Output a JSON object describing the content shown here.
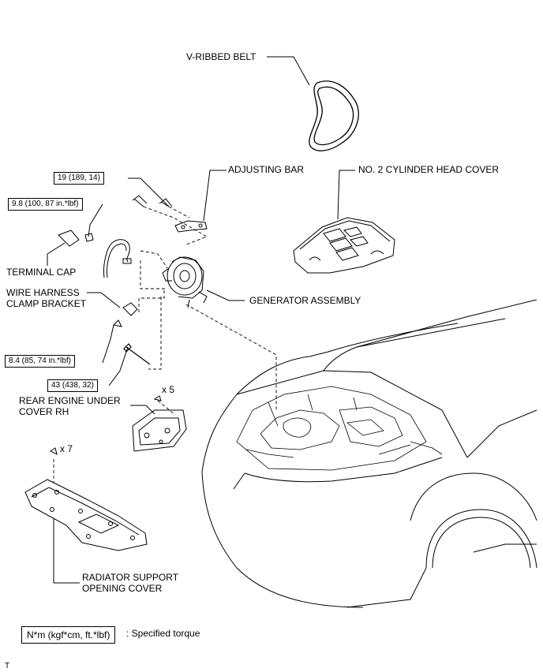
{
  "labels": {
    "v_ribbed_belt": "V-RIBBED BELT",
    "adjusting_bar": "ADJUSTING BAR",
    "no2_cylinder_head_cover": "NO. 2 CYLINDER HEAD COVER",
    "terminal_cap": "TERMINAL CAP",
    "wire_harness_line1": "WIRE HARNESS",
    "wire_harness_line2": "CLAMP BRACKET",
    "generator_assembly": "GENERATOR ASSEMBLY",
    "rear_engine_line1": "REAR ENGINE UNDER",
    "rear_engine_line2": "COVER RH",
    "radiator_line1": "RADIATOR SUPPORT",
    "radiator_line2": "OPENING COVER"
  },
  "torques": {
    "t19": "19 (189, 14)",
    "t98": "9.8 (100, 87 in.*lbf)",
    "t84": "8.4 (85, 74 in.*lbf)",
    "t43": "43 (438, 32)"
  },
  "quantities": {
    "x5": "x 5",
    "x7": "x 7"
  },
  "legend": {
    "box": "N*m (kgf*cm, ft.*lbf)",
    "text": ": Specified torque"
  },
  "footer_mark": "T"
}
